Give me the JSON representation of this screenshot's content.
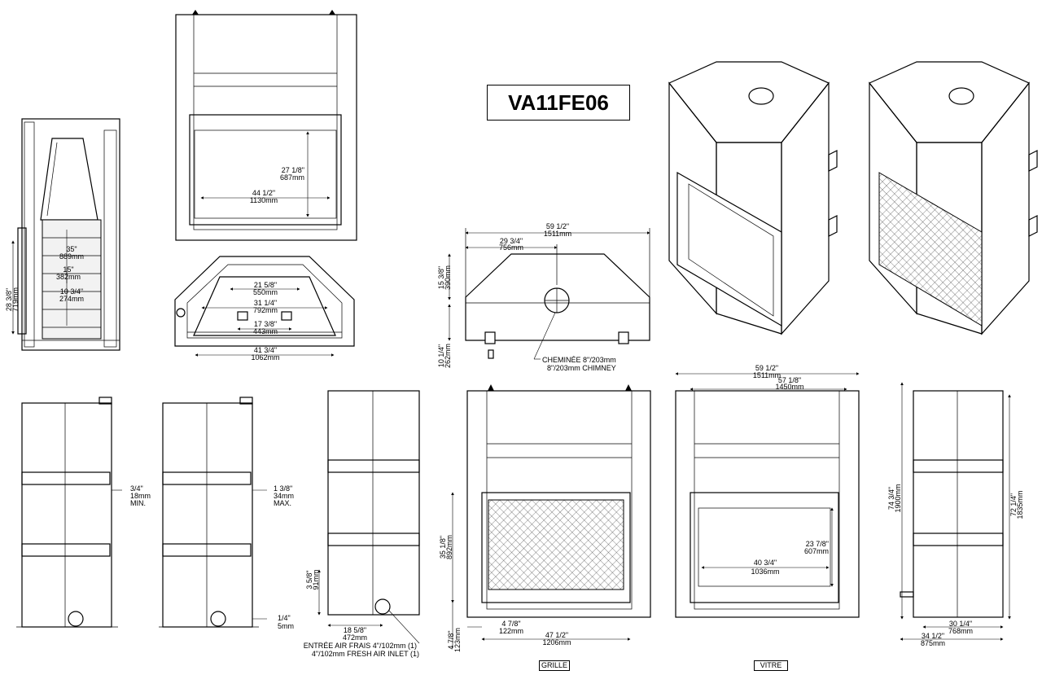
{
  "title": "VA11FE06",
  "captions": {
    "grille": "GRILLE",
    "vitre": "VITRE"
  },
  "dims": {
    "side_overall_h": [
      "28 3/8\"",
      "719mm"
    ],
    "side_35": [
      "35\"",
      "889mm"
    ],
    "side_15": [
      "15\"",
      "382mm"
    ],
    "side_10": [
      "10 3/4\"",
      "274mm"
    ],
    "front_h": [
      "27 1/8\"",
      "687mm"
    ],
    "front_w": [
      "44 1/2\"",
      "1130mm"
    ],
    "top_21": [
      "21 5/8\"",
      "550mm"
    ],
    "top_31": [
      "31 1/4\"",
      "792mm"
    ],
    "top_17": [
      "17 3/8\"",
      "443mm"
    ],
    "top_41": [
      "41 3/4\"",
      "1062mm"
    ],
    "plan_59": [
      "59 1/2\"",
      "1511mm"
    ],
    "plan_29": [
      "29 3/4\"",
      "756mm"
    ],
    "plan_15": [
      "15 3/8\"",
      "390mm"
    ],
    "plan_10": [
      "10 1/4\"",
      "262mm"
    ],
    "chimney": [
      "CHEMINÉE 8\"/203mm",
      "8\"/203mm CHIMNEY"
    ],
    "b1_clear": [
      "3/4\"",
      "18mm",
      "MIN."
    ],
    "b2_clear": [
      "1 3/8\"",
      "34mm",
      "MAX."
    ],
    "b2_quarter": [
      "1/4\"",
      "5mm"
    ],
    "b3_h": [
      "3 5/8\"",
      "91mm"
    ],
    "b3_w": [
      "18 5/8\"",
      "472mm"
    ],
    "fresh_air": [
      "ENTRÉE AIR FRAIS 4\"/102mm (1)",
      "4\"/102mm FRESH AIR INLET (1)"
    ],
    "grille_35": [
      "35 1/8\"",
      "892mm"
    ],
    "grille_4": [
      "4 7/8\"",
      "122mm"
    ],
    "grille_47": [
      "47 1/2\"",
      "1206mm"
    ],
    "grille_4b": [
      "4 7/8\"",
      "123mm"
    ],
    "vitre_59": [
      "59 1/2\"",
      "1511mm"
    ],
    "vitre_57": [
      "57 1/8\"",
      "1450mm"
    ],
    "vitre_23": [
      "23 7/8\"",
      "607mm"
    ],
    "vitre_40": [
      "40 3/4\"",
      "1036mm"
    ],
    "right_74": [
      "74 3/4\"",
      "1900mm"
    ],
    "right_72": [
      "72 1/4\"",
      "1835mm"
    ],
    "right_30": [
      "30 1/4\"",
      "768mm"
    ],
    "right_34": [
      "34 1/2\"",
      "875mm"
    ]
  },
  "icon_names": [
    "fireplace-front-icon",
    "chimney-collar-icon",
    "fresh-air-inlet-icon"
  ]
}
